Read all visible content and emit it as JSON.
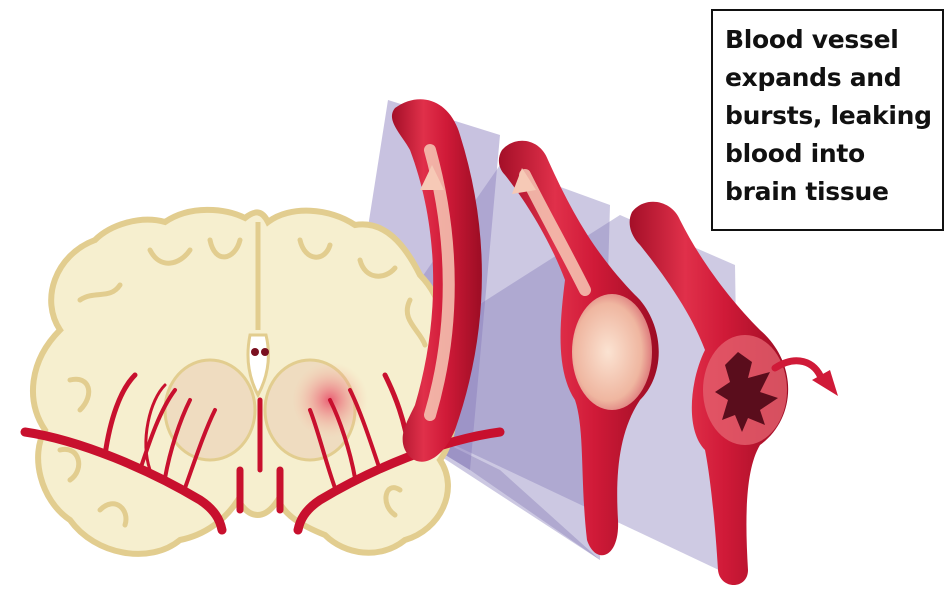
{
  "caption": {
    "lines": [
      "Blood vessel",
      "expands and",
      "bursts, leaking",
      "blood into",
      "brain tissue"
    ]
  },
  "colors": {
    "brain_tissue": "#f6efcf",
    "brain_outline": "#e2cd8f",
    "vessel_red": "#d01a38",
    "vessel_dark": "#a40f28",
    "vessel_light": "#f4b9a8",
    "projection_purple": "#9a8fc6",
    "caption_border": "#111111"
  },
  "icons": {
    "arrow": "arrow-up-icon",
    "leak": "leak-arrow-icon"
  }
}
